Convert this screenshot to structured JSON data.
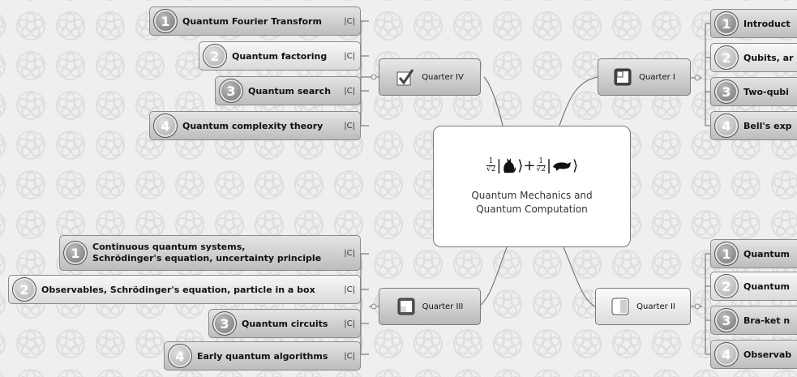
{
  "center": {
    "formula": {
      "frac_num": "1",
      "frac_den": "√2",
      "open_bar": "|",
      "close_angle": "⟩",
      "plus": "+",
      "state_a_icon": "cat-icon",
      "state_b_icon": "dead-cat-icon"
    },
    "title_line1": "Quantum Mechanics and",
    "title_line2": "Quantum Computation"
  },
  "tag": "|C|",
  "quarters": {
    "q1": {
      "label": "Quarter I",
      "icon": "quarter-pie-icon",
      "items": [
        {
          "num": "1",
          "label": "Introduct"
        },
        {
          "num": "2",
          "label": "Qubits, ar"
        },
        {
          "num": "3",
          "label": "Two-qubi"
        },
        {
          "num": "4",
          "label": "Bell's exp"
        }
      ]
    },
    "q2": {
      "label": "Quarter II",
      "icon": "half-pie-icon",
      "items": [
        {
          "num": "1",
          "label": "Quantum"
        },
        {
          "num": "2",
          "label": "Quantum"
        },
        {
          "num": "3",
          "label": "Bra-ket n"
        },
        {
          "num": "4",
          "label": "Observab"
        }
      ]
    },
    "q3": {
      "label": "Quarter III",
      "icon": "three-quarter-pie-icon",
      "items": [
        {
          "num": "1",
          "label_line1": "Continuous quantum systems,",
          "label_line2": "Schrödinger's equation, uncertainty principle"
        },
        {
          "num": "2",
          "label": "Observables, Schrödinger's equation, particle in a box"
        },
        {
          "num": "3",
          "label": "Quantum circuits"
        },
        {
          "num": "4",
          "label": "Early quantum algorithms"
        }
      ]
    },
    "q4": {
      "label": "Quarter IV",
      "icon": "checkbox-icon",
      "items": [
        {
          "num": "1",
          "label": "Quantum Fourier Transform"
        },
        {
          "num": "2",
          "label": "Quantum factoring"
        },
        {
          "num": "3",
          "label": "Quantum search"
        },
        {
          "num": "4",
          "label": "Quantum complexity theory"
        }
      ]
    }
  }
}
